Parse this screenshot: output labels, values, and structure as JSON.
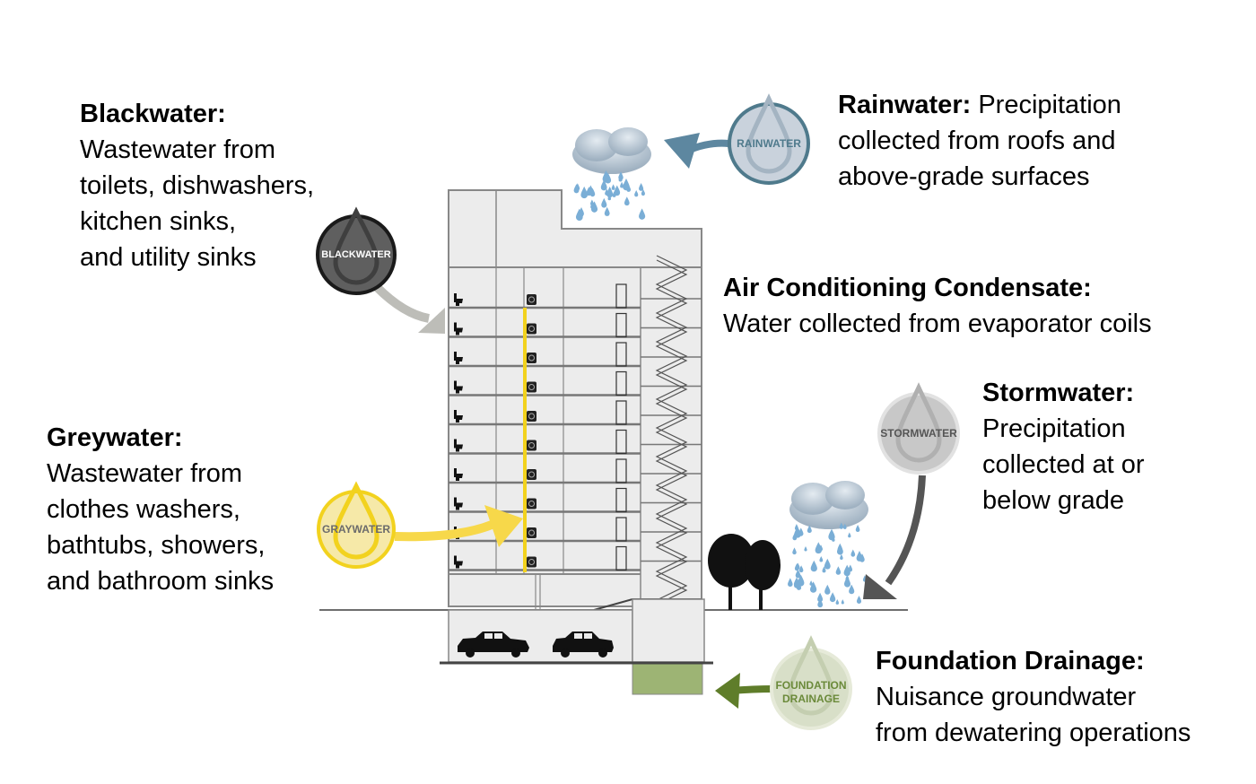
{
  "labels": {
    "blackwater": {
      "title": "Blackwater:",
      "lines": [
        "Wastewater from",
        "toilets, dishwashers,",
        "kitchen sinks,",
        "and utility sinks"
      ]
    },
    "greywater": {
      "title": "Greywater:",
      "lines": [
        "Wastewater from",
        "clothes washers,",
        "bathtubs, showers,",
        "and bathroom sinks"
      ]
    },
    "rainwater": {
      "title": "Rainwater:",
      "first_line_rest": " Precipitation",
      "lines": [
        "collected from roofs and",
        "above-grade surfaces"
      ]
    },
    "condensate": {
      "title": "Air Conditioning Condensate:",
      "lines": [
        "Water collected from evaporator coils"
      ]
    },
    "stormwater": {
      "title": "Stormwater:",
      "lines": [
        "Precipitation",
        "collected at or",
        "below grade"
      ]
    },
    "foundation": {
      "title": "Foundation Drainage:",
      "lines": [
        "Nuisance groundwater",
        "from dewatering operations"
      ]
    }
  },
  "badges": {
    "blackwater": {
      "text": "BLACKWATER",
      "color": "#5f5f5f",
      "ring": "#1a1a1a",
      "text_color": "#ffffff"
    },
    "graywater": {
      "text": "GRAYWATER",
      "color": "#f6e9a8",
      "ring": "#f2d21e",
      "text_color": "#6b6b6b"
    },
    "rainwater": {
      "text": "RAINWATER",
      "color": "#c9d2dc",
      "ring": "#4f7a8c",
      "text_color": "#4f7a8c"
    },
    "stormwater": {
      "text": "STORMWATER",
      "color": "#c8c8c8",
      "ring": "#e2e2e2",
      "text_color": "#555555"
    },
    "foundation": {
      "text_line1": "FOUNDATION",
      "text_line2": "DRAINAGE",
      "color": "#d8dfc8",
      "ring": "#e6ead9",
      "text_color": "#6b8a3a"
    }
  },
  "colors": {
    "building_fill": "#ececec",
    "building_line": "#8a8a8a",
    "graywater_pipe": "#f2d21e",
    "foundation_pit": "#9db474",
    "cloud": "#b8c6d2",
    "rain_drop": "#7aaed6"
  },
  "building": {
    "floors": 10
  }
}
